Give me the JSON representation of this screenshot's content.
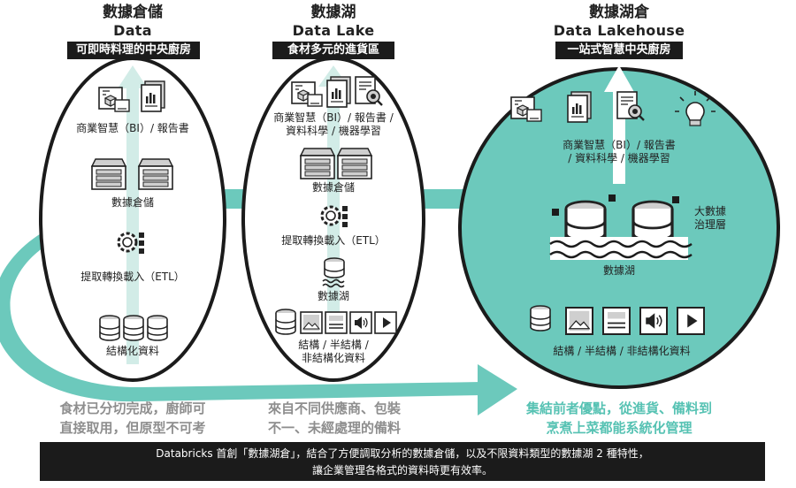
{
  "warehouse": {
    "title_zh": "數據倉儲",
    "title_en": "Data Warehouse",
    "tagline": "可即時料理的中央廚房",
    "items": {
      "bi_report": "商業智慧（BI）/ 報告書",
      "warehouse": "數據倉儲",
      "etl": "提取轉換載入（ETL）",
      "structured": "結構化資料"
    },
    "caption_line1": "食材已分切完成，廚師可",
    "caption_line2": "直接取用，但原型不可考"
  },
  "lake": {
    "title_zh": "數據湖",
    "title_en": "Data Lake",
    "tagline": "食材多元的進貨區",
    "items": {
      "bi_line1": "商業智慧（BI）/ 報告書 /",
      "bi_line2": "資料科學 / 機器學習",
      "warehouse": "數據倉儲",
      "etl": "提取轉換載入（ETL）",
      "lake": "數據湖",
      "data_line1": "結構 / 半結構 /",
      "data_line2": "非結構化資料"
    },
    "caption_line1": "來自不同供應商、包裝",
    "caption_line2": "不一、未經處理的備料"
  },
  "lakehouse": {
    "title_zh": "數據湖倉",
    "title_en": "Data Lakehouse",
    "tagline": "一站式智慧中央廚房",
    "items": {
      "bi_line1": "商業智慧（BI）/ 報告書",
      "bi_line2": "/ 資料科學 / 機器學習",
      "governance_line1": "大數據",
      "governance_line2": "治理層",
      "lake": "數據湖",
      "data": "結構 / 半結構 / 非結構化資料"
    },
    "caption_line1": "集結前者優點，從進貨、備料到",
    "caption_line2": "烹煮上菜都能系統化管理"
  },
  "footer": {
    "line1": "Databricks 首創「數據湖倉」，結合了方便調取分析的數據倉儲，以及不限資料類型的數據湖 2 種特性，",
    "line2": "讓企業管理各格式的資料時更有效率。"
  },
  "colors": {
    "teal": "#6cc9bc",
    "teal_text": "#56c2b3",
    "dark": "#1b1b1b",
    "gray_text": "#8e8e8e",
    "arrow_light": "#d2ece7"
  }
}
